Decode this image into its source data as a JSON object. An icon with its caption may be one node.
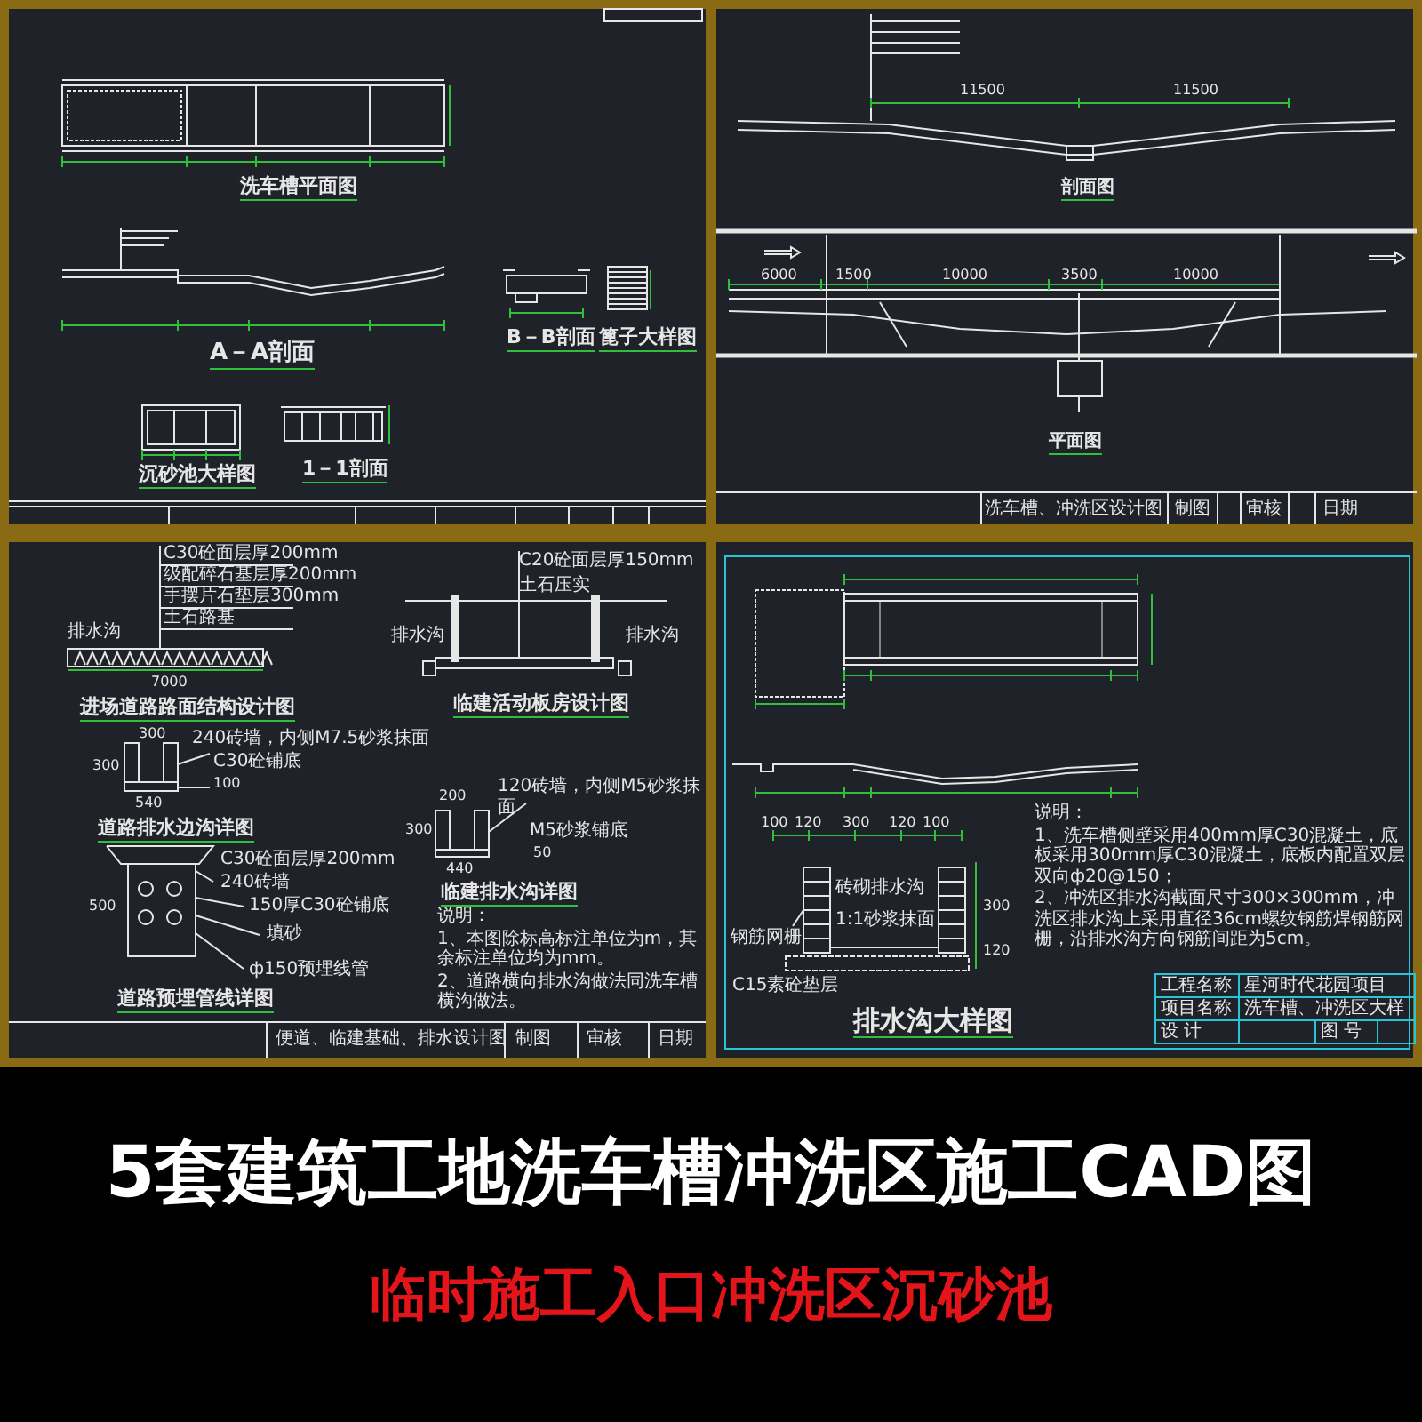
{
  "diagram": {
    "title": "5套建筑工地洗车槽冲洗区施工CAD图",
    "labels": [
      "洗车槽平面图",
      "A－A剖面",
      "B－B剖面",
      "篦子大样图",
      "沉砂池大样图",
      "1－1剖面",
      "11500",
      "11500",
      "剖面图",
      "6000",
      "1500",
      "10000",
      "3500",
      "10000",
      "平面图",
      "洗车槽、冲洗区设计图",
      "制图",
      "审核",
      "日期",
      "C30砼面层厚200mm",
      "级配碎石基层厚200mm",
      "手摆片石垫层300mm",
      "土石路基",
      "排水沟",
      "7000",
      "进场道路路面结构设计图",
      "240砖墙，内侧M7.5砂浆抹面",
      "C30砼铺底",
      "300",
      "300",
      "100",
      "540",
      "道路排水边沟详图",
      "C30砼面层厚200mm",
      "240砖墙",
      "150厚C30砼铺底",
      "500",
      "填砂",
      "ф150预埋线管",
      "道路预埋管线详图",
      "C20砼面层厚150mm",
      "土石压实",
      "排水沟",
      "排水沟",
      "临建活动板房设计图",
      "200",
      "120砖墙，内侧M5砂浆抹面",
      "M5砂浆铺底",
      "300",
      "50",
      "440",
      "临建排水沟详图",
      "说明：",
      "1、本图除标高标注单位为m，其余标注单位均为mm。",
      "2、道路横向排水沟做法同洗车槽横沟做法。",
      "便道、临建基础、排水设计图",
      "制图",
      "审核",
      "日期",
      "说明：",
      "1、洗车槽侧壁采用400mm厚C30混凝土，底板采用300mm厚C30混凝土，底板内配置双层双向ф20@150；",
      "2、冲洗区排水沟截面尺寸300×300mm，冲洗区排水沟上采用直径36cm螺纹钢筋焊钢筋网栅，沿排水沟方向钢筋间距为5cm。",
      "100",
      "120",
      "300",
      "120",
      "100",
      "钢筋网栅",
      "砖砌排水沟",
      "1:1砂浆抹面",
      "300",
      "120",
      "C15素砼垫层",
      "排水沟大样图",
      "工程名称",
      "星河时代花园项目",
      "项目名称",
      "洗车槽、冲洗区大样",
      "设 计",
      "图 号",
      "临时施工入口冲洗区沉砂池"
    ]
  }
}
